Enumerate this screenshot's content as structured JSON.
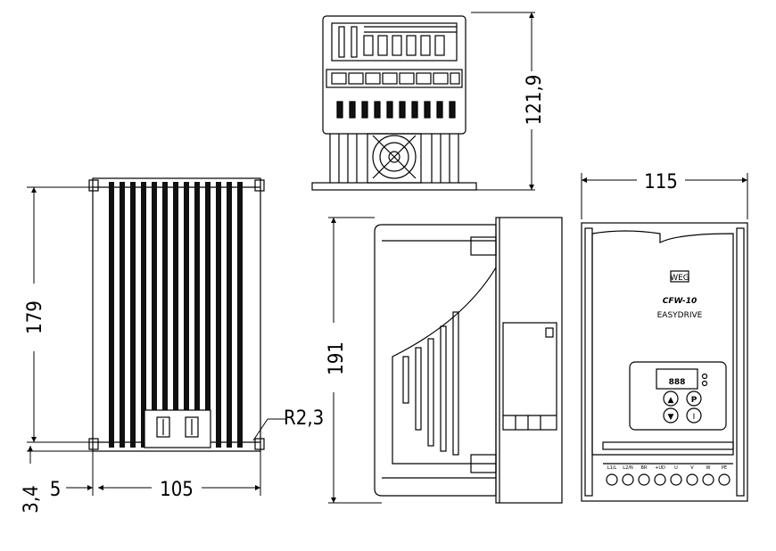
{
  "dimensions": {
    "top_height": "121,9",
    "front_width": "115",
    "back_height": "179",
    "side_height": "191",
    "bottom_width": "105",
    "offset_5": "5",
    "offset_3_4": "3,4",
    "radius": "R2,3"
  },
  "front_panel": {
    "brand_logo": "WEG",
    "product_name": "CFW-10",
    "subtitle": "EASYDRIVE",
    "display": "888",
    "button_program": "P",
    "terminal_labels": [
      "L1/L",
      "L2/N",
      "BR",
      "+UD",
      "U",
      "V",
      "W",
      "PE"
    ]
  },
  "colors": {
    "line": "#000000",
    "fill_dark": "#111111",
    "background": "#ffffff"
  }
}
